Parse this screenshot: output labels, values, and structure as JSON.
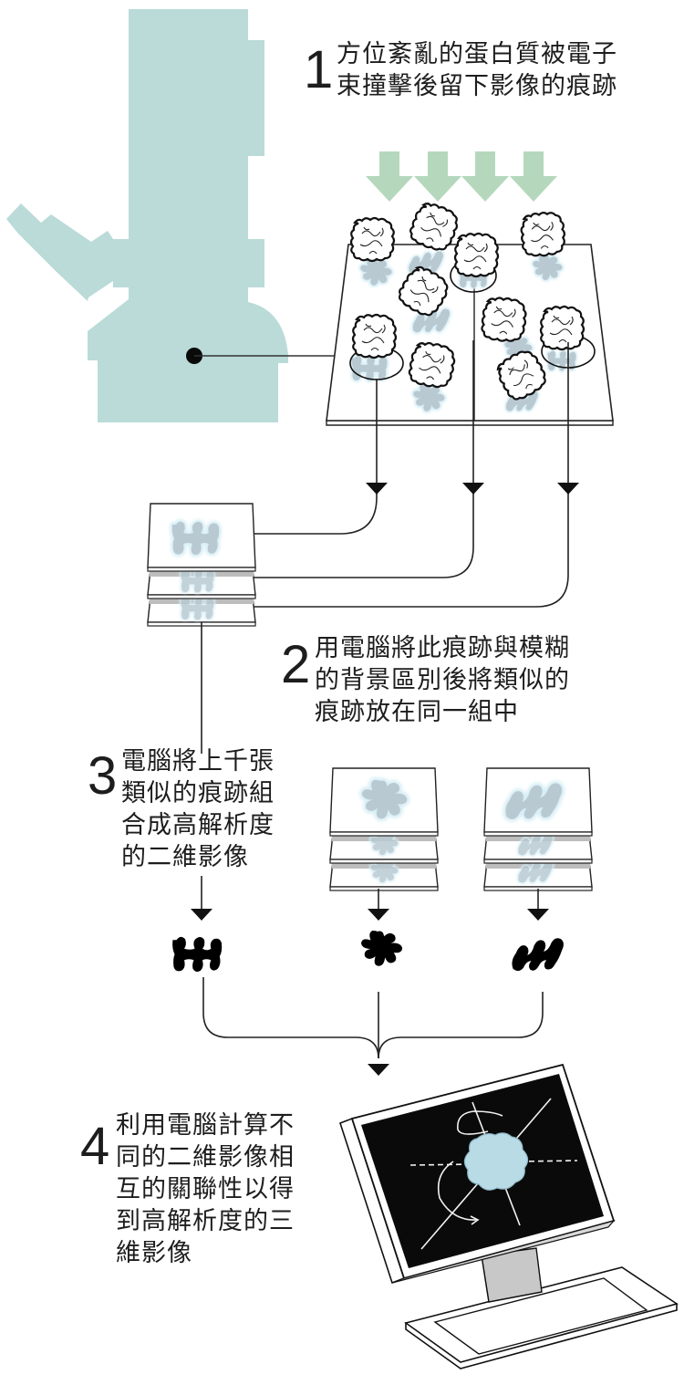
{
  "colors": {
    "microscope": "#badbd8",
    "beam_arrows": "#b5d8bd",
    "imprint": "#b9c9d2",
    "imprint_glow": "#d6eef5",
    "ink": "#1a1a1a",
    "screen": "#0a0a0a",
    "stand": "#c8c8c8",
    "protein_3d": "#b9dbe6"
  },
  "steps": [
    {
      "number": "1",
      "lines": [
        "方位紊亂的蛋白質被電子",
        "束撞擊後留下影像的痕跡"
      ]
    },
    {
      "number": "2",
      "lines": [
        "用電腦將此痕跡與模糊",
        "的背景區別後將類似的",
        "痕跡放在同一組中"
      ]
    },
    {
      "number": "3",
      "lines": [
        "電腦將上千張",
        "類似的痕跡組",
        "合成高解析度",
        "的二維影像"
      ]
    },
    {
      "number": "4",
      "lines": [
        "利用電腦計算不",
        "同的二維影像相",
        "互的關聯性以得",
        "到高解析度的三",
        "維影像"
      ]
    }
  ],
  "illustration": {
    "microscope_icon": "electron-microscope",
    "beam_arrow_count": 4,
    "sample_grid_protein_count": 10,
    "image_stacks": 3,
    "images_per_stack": 3,
    "class_averages": 3,
    "monitor_icon": "computer-monitor-with-3d-protein"
  }
}
